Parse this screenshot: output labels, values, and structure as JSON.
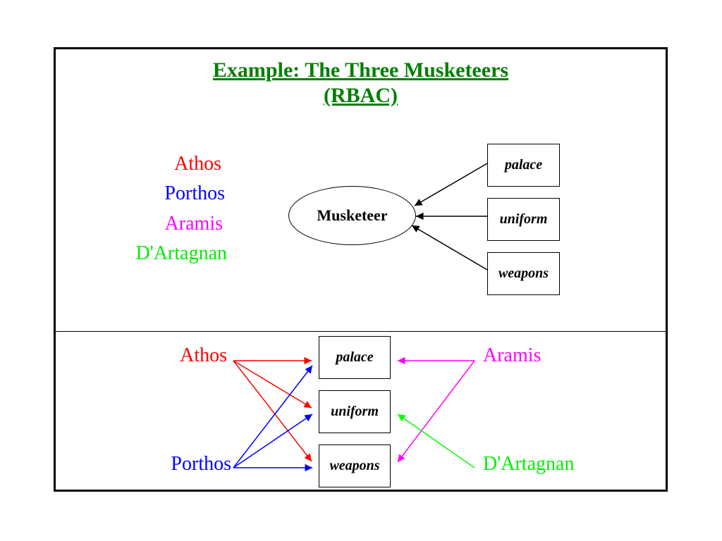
{
  "title": {
    "line1": "Example: The Three Musketeers ",
    "line2": "(RBAC)",
    "color": "#008000"
  },
  "colors": {
    "athos": "#ff0000",
    "porthos": "#0000ff",
    "aramis": "#ff00ff",
    "dartagnan": "#00ff00"
  },
  "top": {
    "names": [
      "Athos",
      "Porthos",
      "Aramis",
      "D'Artagnan"
    ],
    "role": "Musketeer",
    "permissions": [
      "palace",
      "uniform",
      "weapons"
    ]
  },
  "bottom": {
    "left_names": [
      "Athos",
      "Porthos"
    ],
    "right_names": [
      "Aramis",
      "D'Artagnan"
    ],
    "permissions": [
      "palace",
      "uniform",
      "weapons"
    ]
  }
}
